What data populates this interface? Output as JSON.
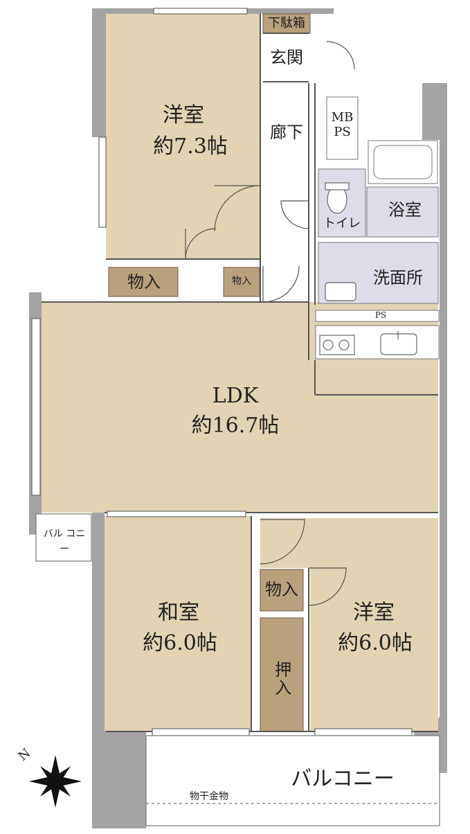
{
  "rooms": {
    "western_room_north": {
      "name": "洋室",
      "size": "約7.3帖"
    },
    "ldk": {
      "name": "LDK",
      "size": "約16.7帖"
    },
    "japanese_room": {
      "name": "和室",
      "size": "約6.0帖"
    },
    "western_room_south": {
      "name": "洋室",
      "size": "約6.0帖"
    }
  },
  "labels": {
    "shoe_cabinet": "下駄箱",
    "entrance": "玄関",
    "hallway": "廊下",
    "mb_ps": "MB PS",
    "bathroom": "浴室",
    "toilet": "トイレ",
    "washroom": "洗面所",
    "ps": "PS",
    "storage_north": "物入",
    "storage_small": "物入",
    "storage_south": "物入",
    "oshiire": "押入",
    "balcony_small": "バル コニー",
    "balcony_main": "バルコニー",
    "drying_hardware": "物干金物"
  },
  "compass": {
    "north_label": "N"
  },
  "colors": {
    "room_fill": "#e1d3b4",
    "storage_fill": "#b9a17e",
    "wet_area_fill": "#dcdde8",
    "wall": "#a3a3a3",
    "hall_fill": "#ffffff"
  }
}
